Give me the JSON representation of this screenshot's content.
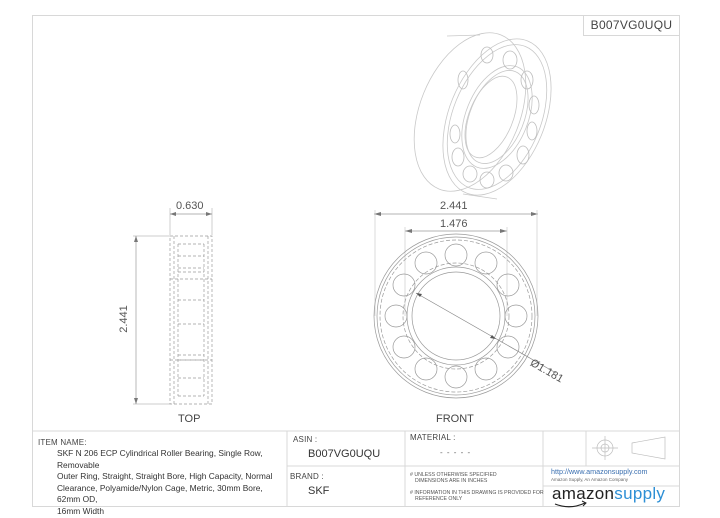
{
  "header": {
    "asin_tag": "B007VG0UQU"
  },
  "drawing": {
    "views": {
      "top": {
        "label": "TOP",
        "dimensions": {
          "width": "0.630",
          "height": "2.441"
        }
      },
      "front": {
        "label": "FRONT",
        "dimensions": {
          "outer_diameter": "2.441",
          "roller_span": "1.476",
          "bore_diameter": "Ø1.181"
        }
      },
      "isometric": {
        "label": ""
      }
    }
  },
  "title_block": {
    "item_name_label": "ITEM NAME:",
    "item_name_lines": [
      "SKF N 206 ECP Cylindrical Roller Bearing, Single Row, Removable",
      "Outer Ring, Straight, Straight Bore, High Capacity, Normal",
      "Clearance, Polyamide/Nylon Cage, Metric, 30mm Bore, 62mm OD,",
      "16mm Width"
    ],
    "asin_label": "ASIN :",
    "asin_value": "B007VG0UQU",
    "brand_label": "BRAND :",
    "brand_value": "SKF",
    "material_label": "MATERIAL :",
    "material_value": "- - - - -",
    "notes": [
      [
        "# UNLESS OTHERWISE SPECIFIED",
        "DIMENSIONS ARE IN INCHES"
      ],
      [
        "# INFORMATION IN THIS DRAWING IS PROVIDED FOR",
        "REFERENCE ONLY"
      ]
    ],
    "projection_symbol": "third-angle-projection",
    "company": {
      "url": "http://www.amazonsupply.com",
      "tagline": "Amazon Supply, An Amazon Company",
      "logo_part1": "amazon",
      "logo_part2": "supply"
    }
  },
  "colors": {
    "line": "#d8d8d8",
    "drawing_line": "#9a9a9a",
    "logo_blue": "#2d8fd5",
    "url_blue": "#3a6fb0"
  }
}
